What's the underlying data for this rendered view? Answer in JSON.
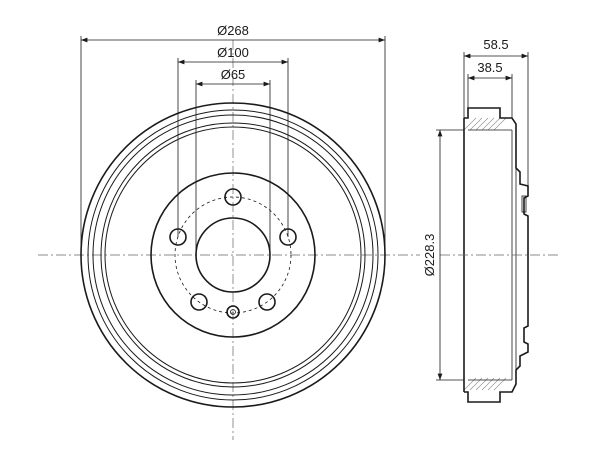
{
  "dimensions": {
    "outer_diameter": "Ø268",
    "bolt_circle": "Ø100",
    "center_bore": "Ø65",
    "drum_diameter": "Ø228.3",
    "total_height": "58.5",
    "inner_height": "38.5"
  }
}
